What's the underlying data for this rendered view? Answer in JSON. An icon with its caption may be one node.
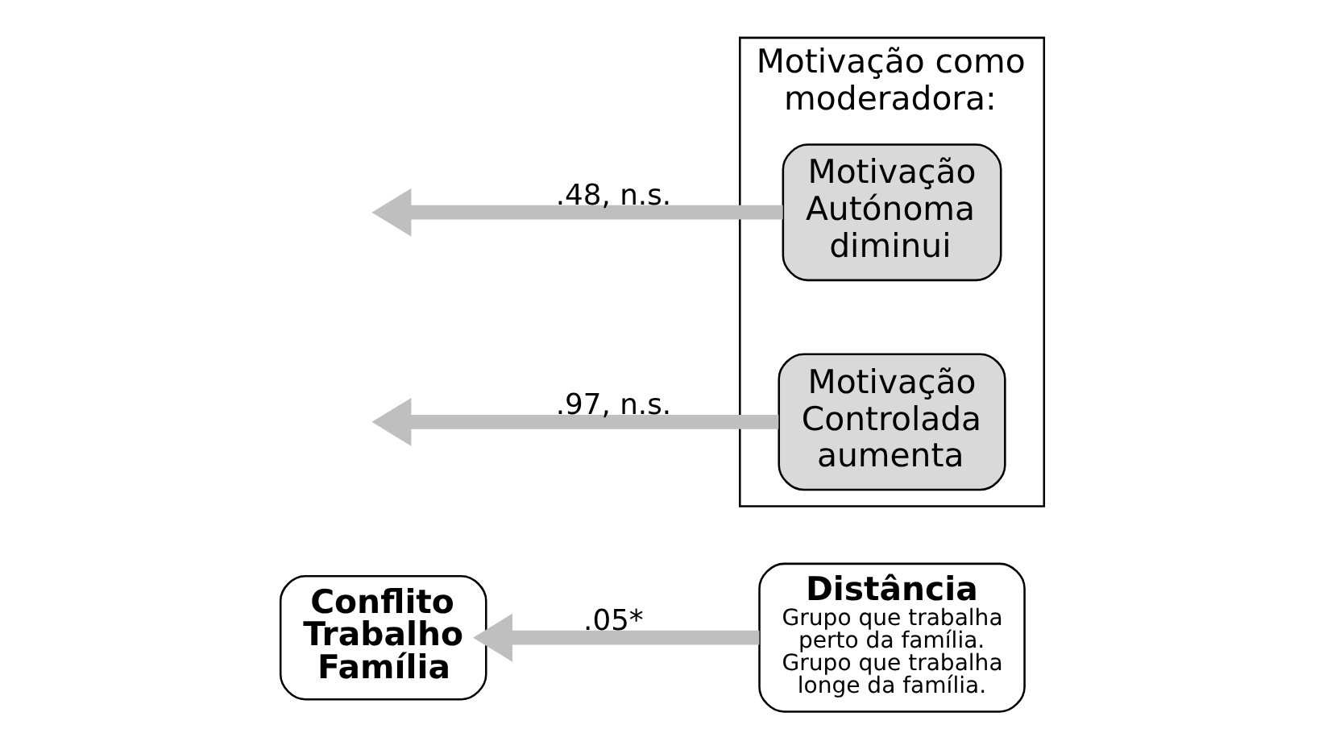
{
  "diagram": {
    "nodes": [
      {
        "text": [
          "Conflito Trabalho Família"
        ]
      },
      {
        "text": [
          "Distância",
          "Grupo que trabalha perto da família.",
          "Grupo que trabalha longe da família."
        ]
      },
      {
        "text": [
          "Motivação como moderadora:"
        ]
      },
      {
        "text": [
          "Motivação Autónoma diminui"
        ],
        "in": 2
      },
      {
        "text": [
          "Motivação Controlada aumenta"
        ],
        "in": 2
      }
    ],
    "edges": [
      {
        "from": 1,
        "to": 0,
        "arrow": "to",
        "label": ".05*"
      },
      {
        "from": 3,
        "to": null,
        "arrow": "to",
        "label": ".48, n.s."
      },
      {
        "from": 4,
        "to": null,
        "arrow": "to",
        "label": ".97, n.s."
      }
    ]
  }
}
